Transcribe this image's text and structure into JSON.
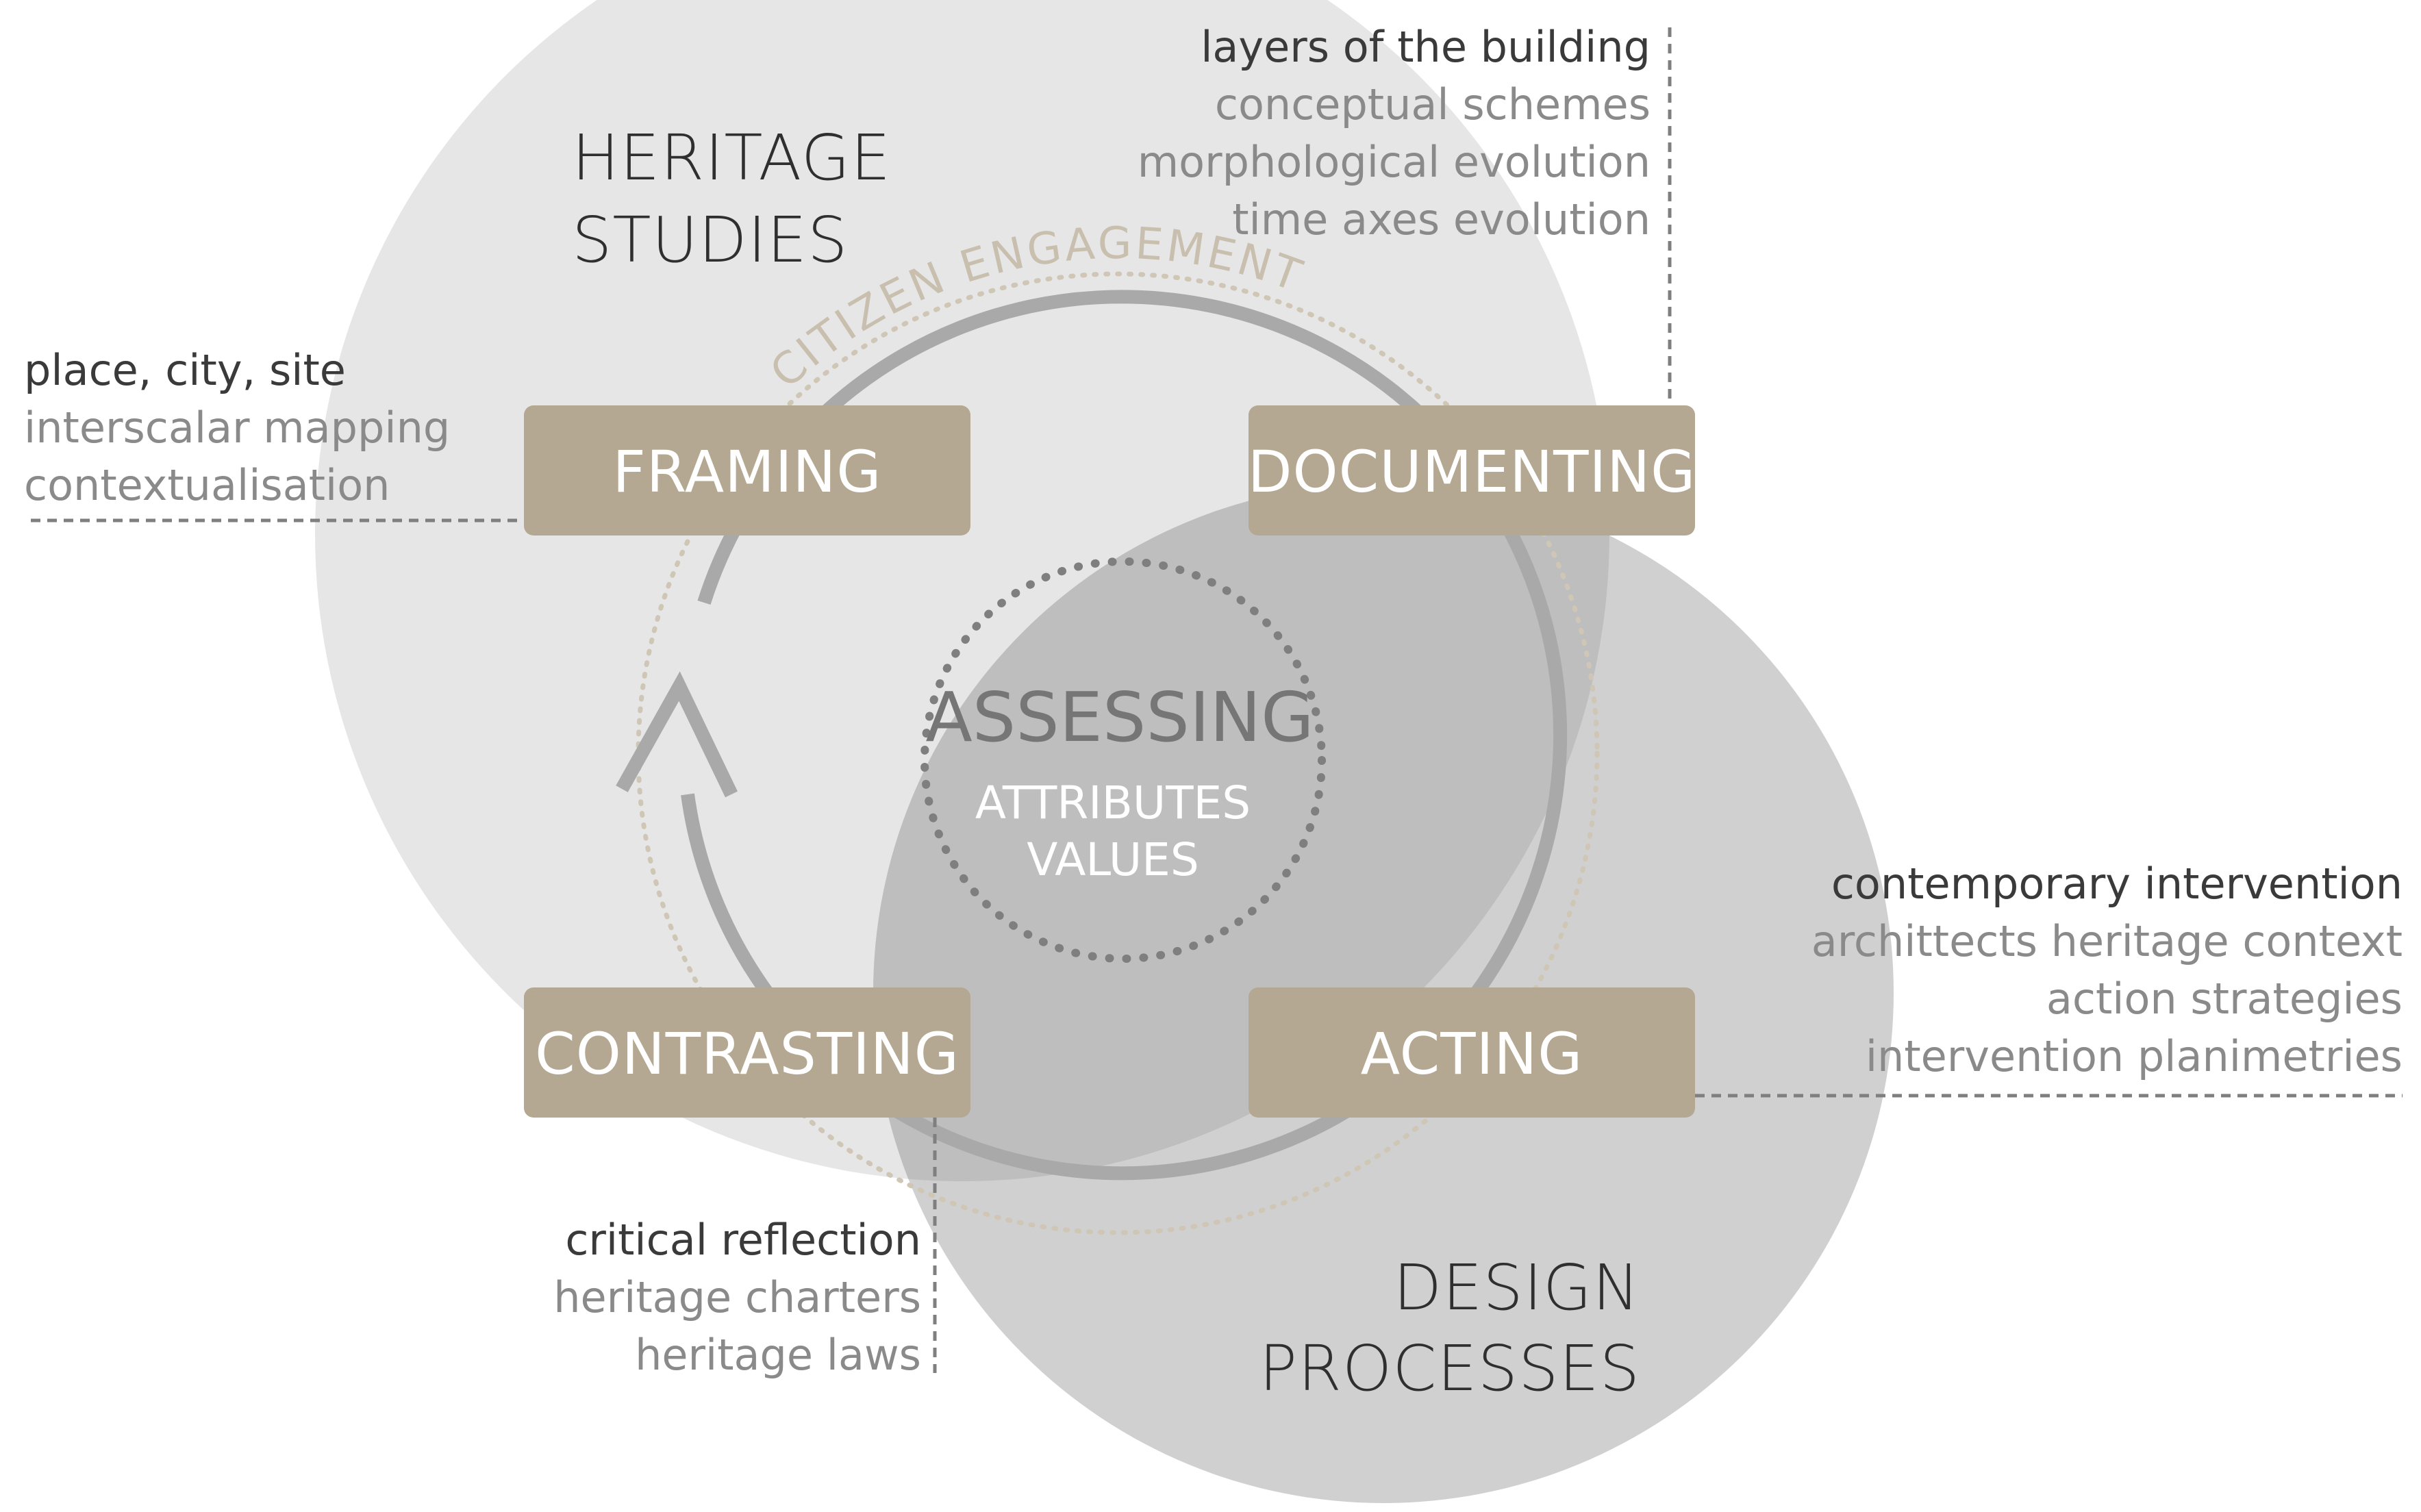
{
  "circles": {
    "heritage": {
      "line1": "HERITAGE",
      "line2": "STUDIES"
    },
    "design": {
      "line1": "DESIGN",
      "line2": "PROCESSES"
    }
  },
  "ring_label": "CITIZEN ENGAGEMENT",
  "center": {
    "title": "ASSESSING",
    "sub1": "ATTRIBUTES",
    "sub2": "VALUES"
  },
  "stages": {
    "framing": "FRAMING",
    "documenting": "DOCUMENTING",
    "contrasting": "CONTRASTING",
    "acting": "ACTING"
  },
  "notes": {
    "framing": [
      "place, city, site",
      "interscalar mapping",
      "contextualisation"
    ],
    "documenting": [
      "layers of the building",
      "conceptual schemes",
      "morphological evolution",
      "time axes evolution"
    ],
    "contrasting": [
      "critical reflection",
      "heritage charters",
      "heritage laws"
    ],
    "acting": [
      "contemporary intervention",
      "archittects heritage context",
      "action strategies",
      "intervention planimetries"
    ]
  },
  "colors": {
    "heritage_circle": "#e6e6e6",
    "design_circle": "#cfcfcf",
    "overlap": "#bdbdbd",
    "box": "#b5a892",
    "cycle_ring": "#a9a9a9",
    "citizen_ring": "#cfc6b6"
  }
}
